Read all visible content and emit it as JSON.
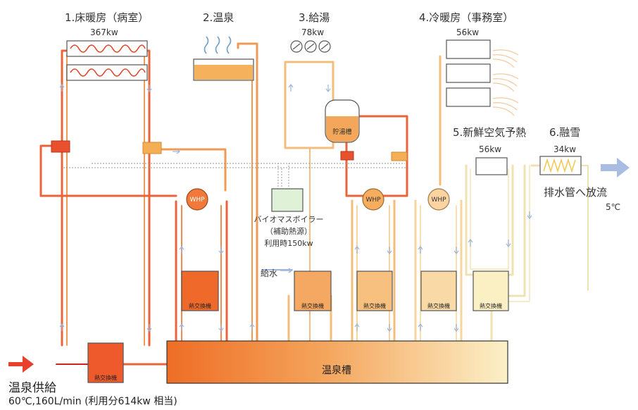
{
  "zones": [
    {
      "title": "1.床暖房（病室）",
      "kw": "367kw"
    },
    {
      "title": "2.温泉",
      "kw": ""
    },
    {
      "title": "3.給湯",
      "kw": "78kw"
    },
    {
      "title": "4.冷暖房（事務室）",
      "kw": "56kw"
    },
    {
      "title": "5.新鮮空気予熱",
      "kw": "56kw"
    },
    {
      "title": "6.融雪",
      "kw": "34kw"
    }
  ],
  "labels": {
    "storage_tank": "貯湯槽",
    "whp": "WHP",
    "heat_exchanger": "熱交換機",
    "hot_spring_tank": "温泉槽",
    "biomass_line1": "バイオマスボイラー",
    "biomass_line2": "（補助熱源）",
    "biomass_line3": "利用時150kw",
    "water_supply": "給水",
    "drain_line1": "排水管へ放流",
    "drain_line2": "5℃",
    "supply_line1": "温泉供給",
    "supply_line2": "60℃,160L/min (利用分614kw 相当)"
  },
  "colors": {
    "pipe_red": "#e8643a",
    "pipe_orange": "#ef9a55",
    "pipe_light": "#f3bd7e",
    "pipe_pale": "#f5d49e",
    "pipe_cream": "#f0e2b0",
    "arrow_blue": "#9fb6dd",
    "supply_red": "#e8402a",
    "biomass_green": "#dff2d8"
  }
}
